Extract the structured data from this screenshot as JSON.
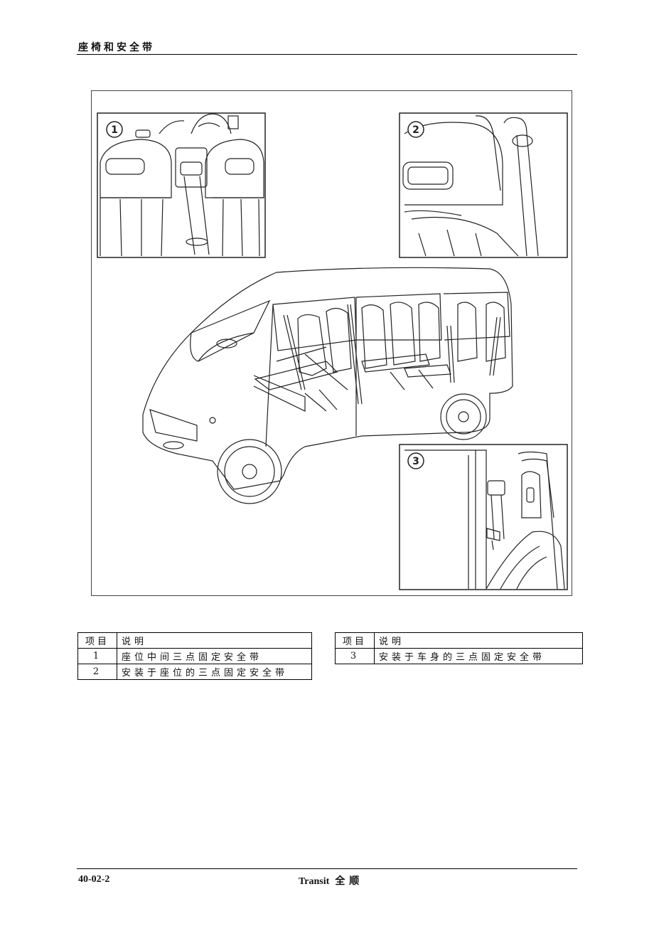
{
  "header": {
    "title": "座椅和安全带"
  },
  "figure": {
    "callouts": [
      "1",
      "2",
      "3"
    ]
  },
  "legend_left": {
    "headers": {
      "item": "项目",
      "desc": "说明"
    },
    "rows": [
      {
        "item": "1",
        "desc": "座位中间三点固定安全带"
      },
      {
        "item": "2",
        "desc": "安装于座位的三点固定安全带"
      }
    ]
  },
  "legend_right": {
    "headers": {
      "item": "项目",
      "desc": "说明"
    },
    "rows": [
      {
        "item": "3",
        "desc": "安装于车身的三点固定安全带"
      }
    ]
  },
  "footer": {
    "page": "40-02-2",
    "title_en": "Transit",
    "title_cn": "全顺"
  }
}
